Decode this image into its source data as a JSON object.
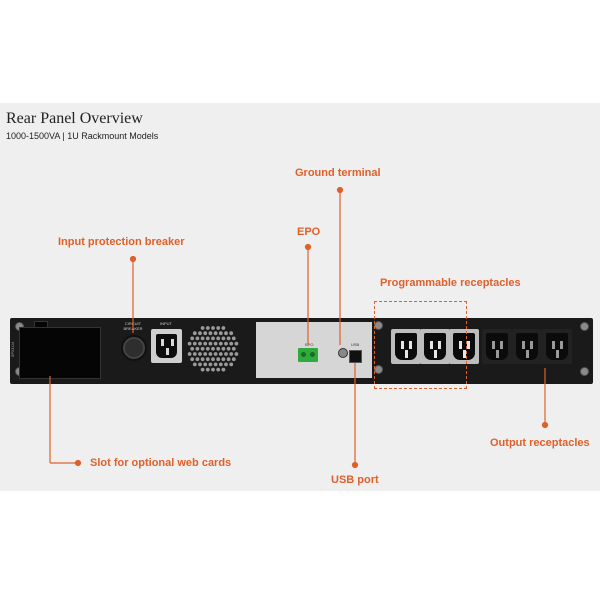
{
  "header": {
    "title": "Rear Panel Overview",
    "subtitle": "1000-1500VA | 1U Rackmount Models"
  },
  "callouts": {
    "input_breaker": "Input protection breaker",
    "ground_terminal": "Ground terminal",
    "epo": "EPO",
    "programmable_receptacles": "Programmable receptacles",
    "output_receptacles": "Output receptacles",
    "web_card_slot": "Slot for optional web cards",
    "usb_port": "USB port"
  },
  "device_labels": {
    "circuit_breaker": "CIRCUIT BREAKER",
    "input": "INPUT",
    "epo_small": "EPO",
    "usb_small": "USB",
    "side_code": "5PX1U4"
  },
  "colors": {
    "accent": "#e0602a",
    "device_body": "#1a1a1a",
    "panel": "#d6d6d6",
    "epo_connector": "#2faa3c"
  }
}
